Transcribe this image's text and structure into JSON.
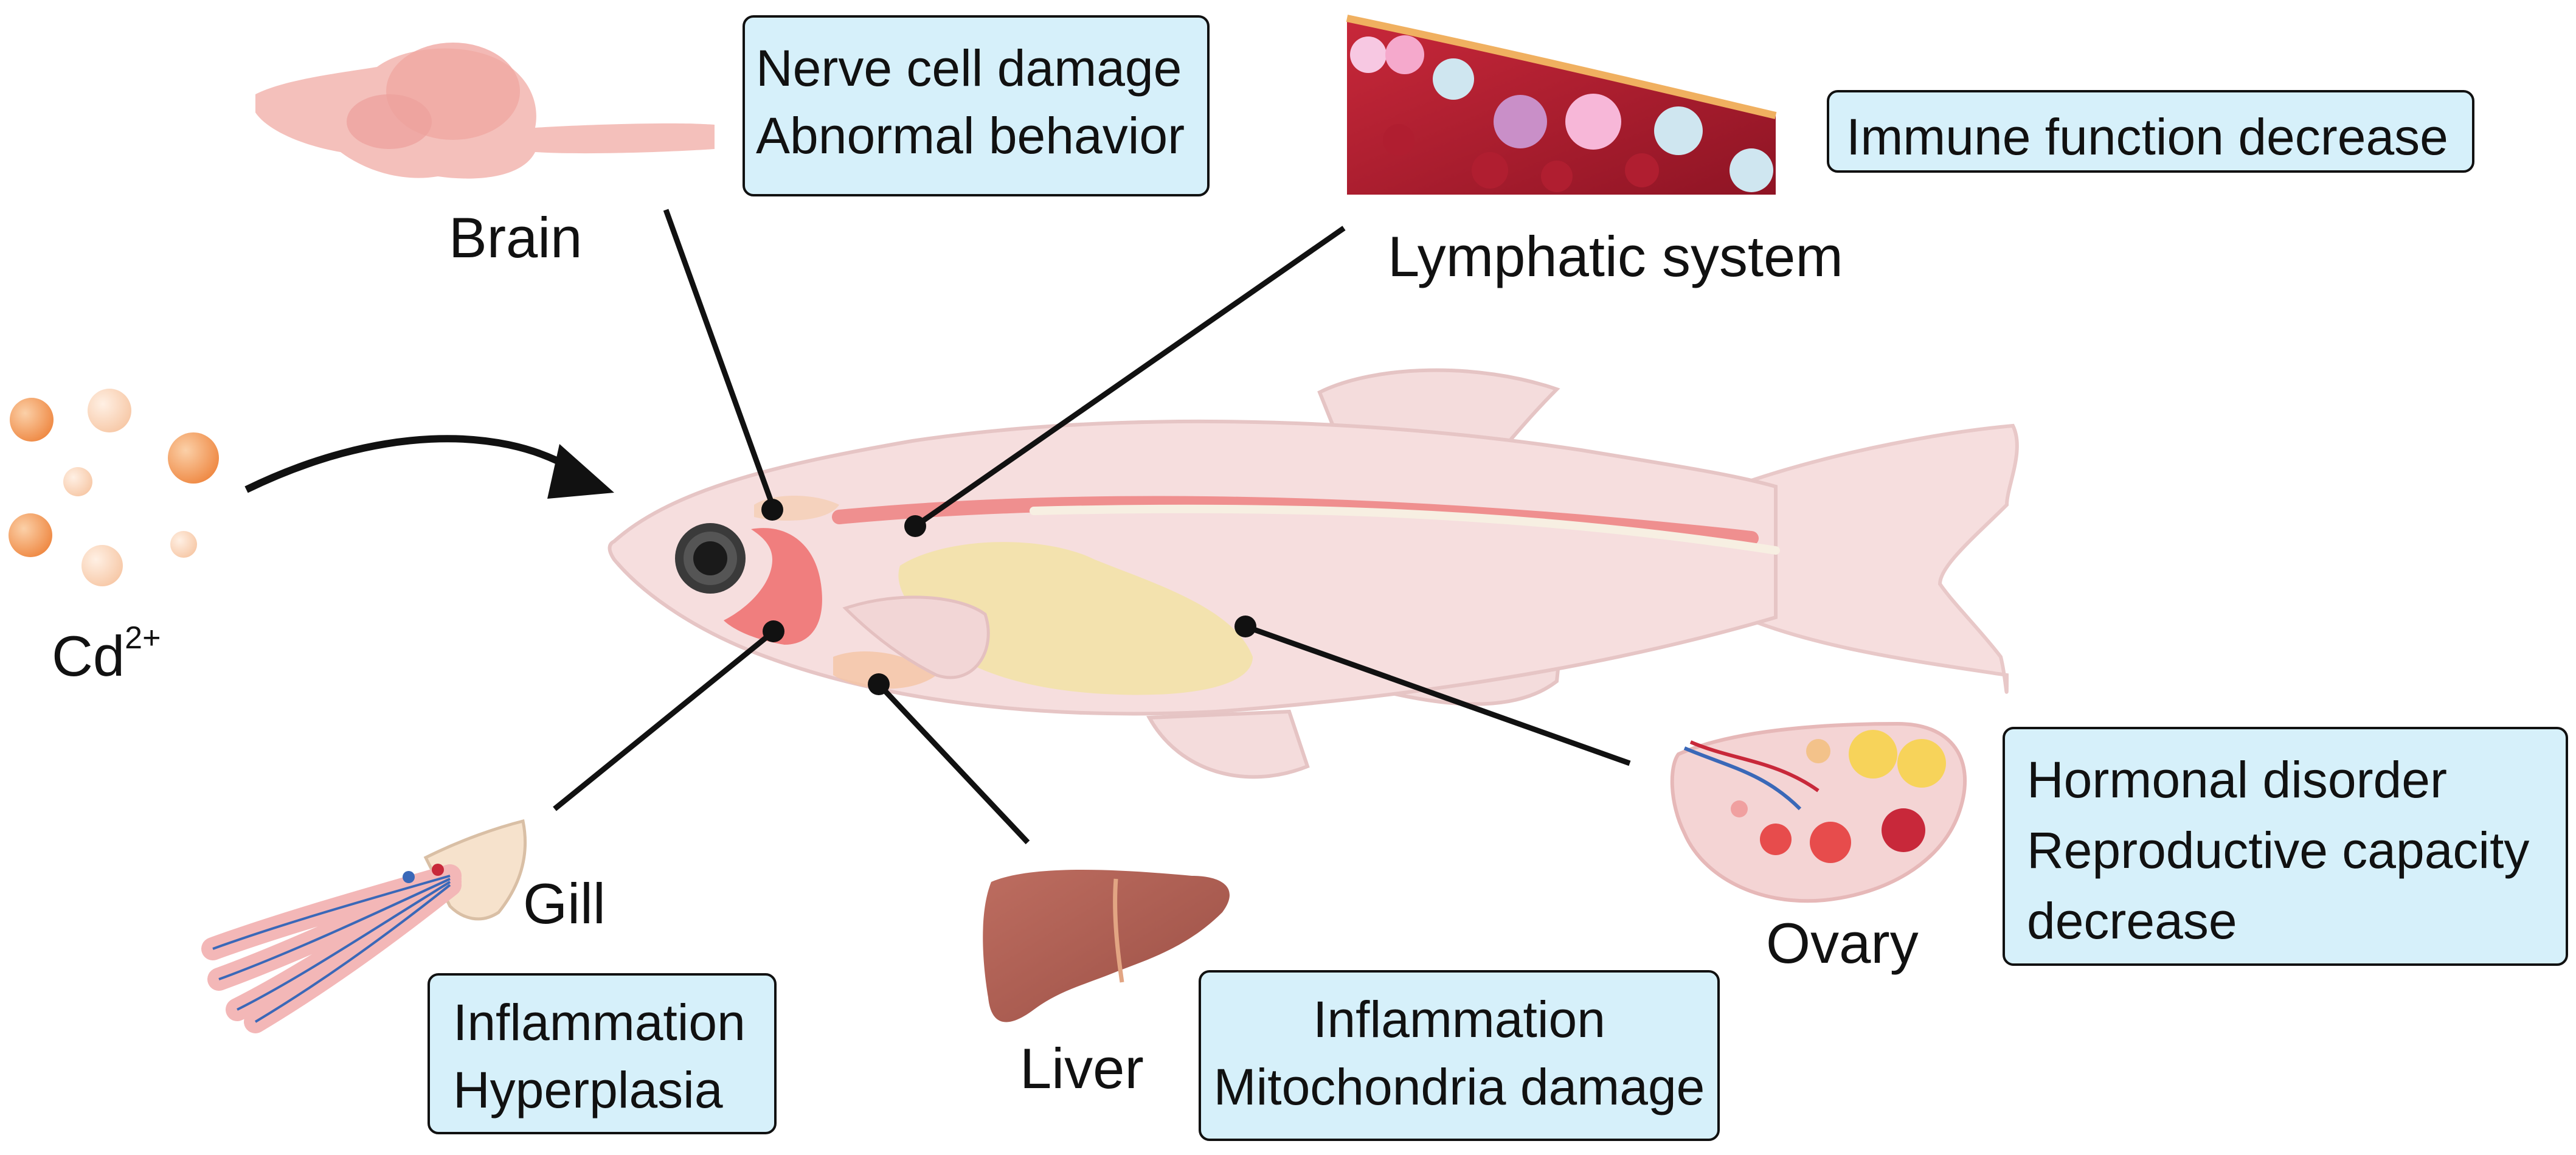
{
  "exposure": {
    "ion": "Cd",
    "charge": "2+"
  },
  "organs": {
    "brain": {
      "label": "Brain",
      "effects": [
        "Nerve cell damage",
        "Abnormal behavior"
      ]
    },
    "lymphatic": {
      "label": "Lymphatic system",
      "effects": [
        "Immune function decrease"
      ]
    },
    "gill": {
      "label": "Gill",
      "effects": [
        "Inflammation",
        "Hyperplasia"
      ]
    },
    "liver": {
      "label": "Liver",
      "effects": [
        "Inflammation",
        "Mitochondria damage"
      ]
    },
    "ovary": {
      "label": "Ovary",
      "effects": [
        "Hormonal disorder",
        "Reproductive capacity",
        "decrease"
      ]
    }
  },
  "colors": {
    "effect_box_fill": "#d6f0fa",
    "fish_body": "#f6dede",
    "particle": "#f2995a",
    "liver": "#b4655a",
    "spinal_line": "#ef8f8f"
  }
}
